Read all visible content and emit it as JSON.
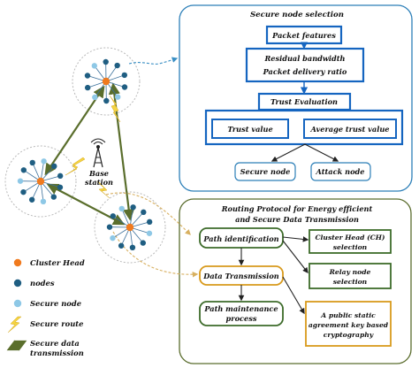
{
  "secure_node_selection": {
    "title": "Secure node selection",
    "packet_features": "Packet features",
    "residual_bandwidth": "Residual bandwidth",
    "packet_delivery_ratio": "Packet delivery ratio",
    "trust_evaluation": "Trust Evaluation",
    "trust_value": "Trust value",
    "average_trust_value": "Average trust value",
    "secure_node": "Secure node",
    "attack_node": "Attack node"
  },
  "routing_protocol": {
    "title_line1": "Routing Protocol for Energy efficient",
    "title_line2": "and Secure Data Transmission",
    "path_identification": "Path identification",
    "data_transmission": "Data Transmission",
    "path_maintenance_line1": "Path maintenance",
    "path_maintenance_line2": "process",
    "cluster_head_line1": "Cluster Head (CH)",
    "cluster_head_line2": "selection",
    "relay_line1": "Relay node",
    "relay_line2": "selection",
    "public_line1": "A public static",
    "public_line2": "agreement key based",
    "public_line3": "cryptography"
  },
  "network": {
    "base_station_line1": "Base",
    "base_station_line2": "station"
  },
  "legend": {
    "cluster_head": "Cluster Head",
    "nodes": "nodes",
    "secure_node": "Secure node",
    "secure_route": "Secure route",
    "secure_data_line1": "Secure data",
    "secure_data_line2": "transmission"
  },
  "colors": {
    "cluster_head": "#f07a1e",
    "node": "#1f5e82",
    "secure_node": "#8ec8e6",
    "panel_blue_border": "#2c7fb8",
    "box_blue": "#1565c0",
    "panel_green_border": "#5b6d2e",
    "box_green": "#3d6b2a",
    "box_orange": "#d89a1c",
    "route_green": "#5a6e2c",
    "lightning": "#f5d442"
  }
}
